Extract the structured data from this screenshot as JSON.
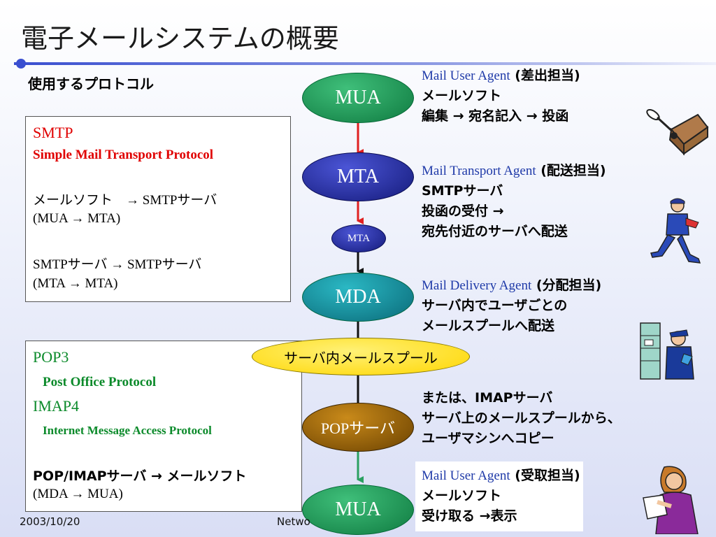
{
  "title": "電子メールシステムの概要",
  "subtitle": "使用するプロトコル",
  "smtp": {
    "name": "SMTP",
    "full": "Simple Mail Transport Protocol",
    "line1": "メールソフト　→ SMTPサーバ",
    "line2": "(MUA → MTA)",
    "line3": "SMTPサーバ → SMTPサーバ",
    "line4": "(MTA → MTA)"
  },
  "pop": {
    "name1": "POP3",
    "full1": "Post Office Protocol",
    "name2": "IMAP4",
    "full2": "Internet Message Access Protocol",
    "line1": "POP/IMAPサーバ → メールソフト",
    "line2": "(MDA → MUA)"
  },
  "nodes": {
    "mua_top": "MUA",
    "mta": "MTA",
    "mta_small": "MTA",
    "mda": "MDA",
    "spool": "サーバ内メールスプール",
    "pop_server": "POPサーバ",
    "mua_bottom": "MUA"
  },
  "desc": {
    "mua1_agent": "Mail User Agent",
    "mua1_role": " (差出担当)",
    "mua1_line2": "メールソフト",
    "mua1_line3": "編集 → 宛名記入 → 投函",
    "mta_agent": "Mail Transport Agent",
    "mta_role": " (配送担当)",
    "mta_line2": "SMTPサーバ",
    "mta_line3": "投函の受付 →",
    "mta_line4": "宛先付近のサーバへ配送",
    "mda_agent": "Mail Delivery Agent",
    "mda_role": " (分配担当)",
    "mda_line2": "サーバ内でユーザごとの",
    "mda_line3": "メールスプールへ配送",
    "pop_line1": "または、IMAPサーバ",
    "pop_line2": "サーバ上のメールスプールから、",
    "pop_line3": "ユーザマシンへコピー",
    "mua2_agent": "Mail User Agent",
    "mua2_role": " (受取担当)",
    "mua2_line2": "メールソフト",
    "mua2_line3": "受け取る →表示"
  },
  "footer": {
    "date": "2003/10/20",
    "center": "Netwo"
  },
  "colors": {
    "title_bar": "#3a4fd0",
    "node_green": "#0f8a4a",
    "node_navy": "#1b1f8a",
    "node_teal": "#0d7d8a",
    "node_olive": "#8a5a00",
    "spool_yellow": "#ffe400",
    "arrow_red": "#e02020",
    "arrow_green": "#2aa060",
    "arrow_black": "#111111"
  }
}
